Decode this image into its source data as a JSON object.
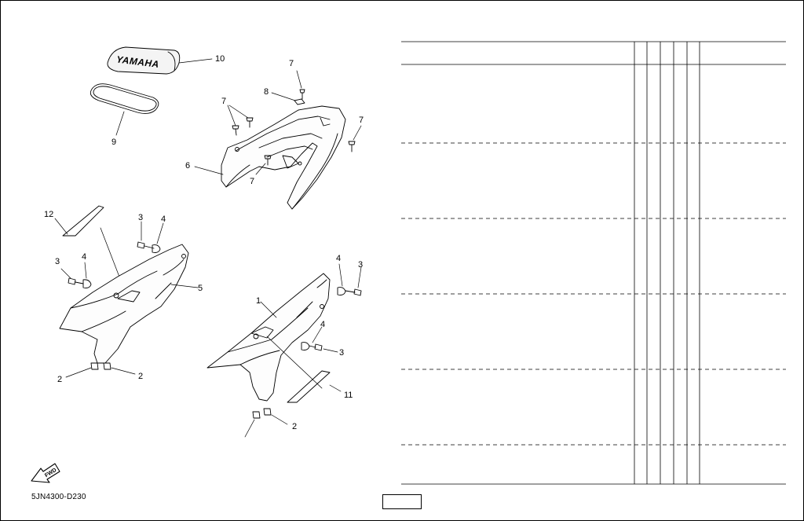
{
  "diagram": {
    "logo_text": "YAMAHA",
    "fwd_label": "FWD",
    "document_code": "5JN4300-D230",
    "callouts": {
      "c10": "10",
      "c9": "9",
      "c7a": "7",
      "c8": "8",
      "c7b": "7",
      "c7c": "7",
      "c6": "6",
      "c7d": "7",
      "c12": "12",
      "c3a": "3",
      "c4a": "4",
      "c3b": "3",
      "c4b": "4",
      "c5": "5",
      "c2a": "2",
      "c2b": "2",
      "c4c": "4",
      "c3c": "3",
      "c1": "1",
      "c4d": "4",
      "c3d": "3",
      "c11": "11",
      "c2c": "2"
    }
  },
  "parts_table": {
    "rows": 6
  }
}
